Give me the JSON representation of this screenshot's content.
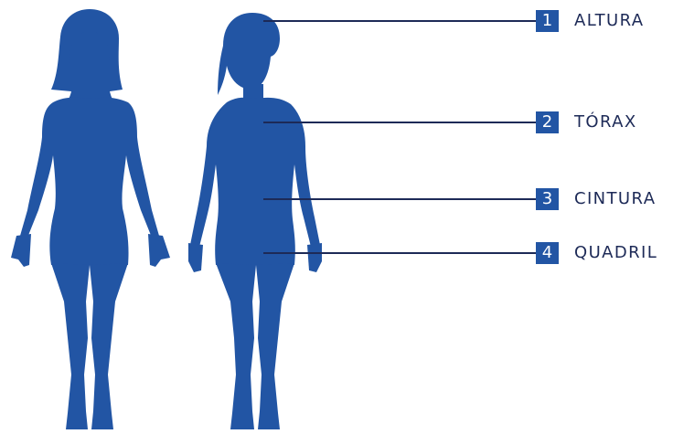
{
  "colors": {
    "silhouette": "#2255a4",
    "badge": "#2255a4",
    "line": "#1d2a57",
    "text": "#1d2a57",
    "badge_text": "#ffffff"
  },
  "figures": [
    {
      "name": "girl-silhouette-icon"
    },
    {
      "name": "boy-silhouette-icon"
    }
  ],
  "measurements": [
    {
      "number": "1",
      "label": "ALTURA"
    },
    {
      "number": "2",
      "label": "TÓRAX"
    },
    {
      "number": "3",
      "label": "CINTURA"
    },
    {
      "number": "4",
      "label": "QUADRIL"
    }
  ]
}
